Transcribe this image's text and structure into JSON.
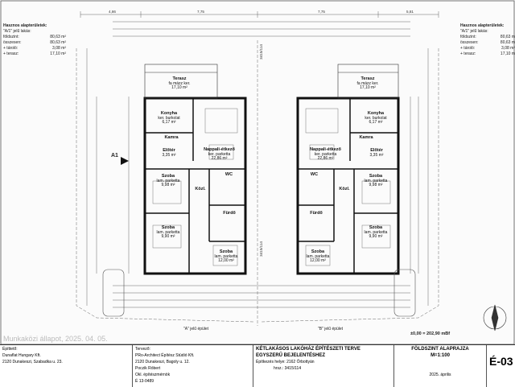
{
  "left_info": {
    "title": "Hasznos alapterületek:",
    "subtitle": "\"A/1\" jelű lakás:",
    "rows": [
      {
        "label": "földszint:",
        "value": "80,63 m²"
      },
      {
        "label": "összesen:",
        "value": "80,63 m²"
      },
      {
        "label": "+ tároló:",
        "value": "3,08 m²"
      },
      {
        "label": "+ terasz:",
        "value": "17,10 m²"
      }
    ]
  },
  "right_info": {
    "title": "Hasznos alapterületek:",
    "subtitle": "\"A/1\" jelű lakás:",
    "rows": [
      {
        "label": "földszint:",
        "value": "80,63 m"
      },
      {
        "label": "összesen:",
        "value": "80,63 m"
      },
      {
        "label": "+ tároló:",
        "value": "3,08 m²"
      },
      {
        "label": "+ terasz:",
        "value": "17,10 m"
      }
    ]
  },
  "top_dims": [
    "4,86",
    "7,75",
    "7,75",
    "5,81"
  ],
  "plot_label": "3415/114",
  "rooms_left": [
    {
      "name": "Terasz",
      "sub": "fa mázz ker.",
      "area": "17,10 m²"
    },
    {
      "name": "Konyha",
      "sub": "ker. burkolat",
      "area": "6,17 m²"
    },
    {
      "name": "Kamra",
      "sub": "",
      "area": ""
    },
    {
      "name": "Nappali-étkező",
      "sub": "ker. parketta",
      "area": "22,86 m²"
    },
    {
      "name": "Előtér",
      "sub": "",
      "area": "3,35 m²"
    },
    {
      "name": "Szoba",
      "sub": "lam. parketta",
      "area": "9,98 m²"
    },
    {
      "name": "WC",
      "sub": "",
      "area": ""
    },
    {
      "name": "Közl.",
      "sub": "",
      "area": ""
    },
    {
      "name": "Fürdő",
      "sub": "",
      "area": ""
    },
    {
      "name": "Szoba",
      "sub": "lam. parketta",
      "area": "9,90 m²"
    },
    {
      "name": "Szoba",
      "sub": "lam. parketta",
      "area": "12,00 m²"
    }
  ],
  "rooms_right": [
    {
      "name": "Terasz",
      "sub": "fa mázz ker.",
      "area": "17,10 m²"
    },
    {
      "name": "Konyha",
      "sub": "ker. burkolat",
      "area": "6,17 m²"
    },
    {
      "name": "Kamra",
      "sub": "",
      "area": ""
    },
    {
      "name": "Nappali-étkező",
      "sub": "ker. parketta",
      "area": "22,86 m²"
    },
    {
      "name": "Előtér",
      "sub": "",
      "area": "3,35 m²"
    },
    {
      "name": "Szoba",
      "sub": "lam. parketta",
      "area": "9,98 m²"
    },
    {
      "name": "WC",
      "sub": "",
      "area": ""
    },
    {
      "name": "Közl.",
      "sub": "",
      "area": ""
    },
    {
      "name": "Fürdő",
      "sub": "",
      "area": ""
    },
    {
      "name": "Szoba",
      "sub": "lam. parketta",
      "area": "9,90 m²"
    },
    {
      "name": "Szoba",
      "sub": "lam. parketta",
      "area": "12,00 m²"
    }
  ],
  "section_marker": "A1",
  "ground_level_note": "±0,00 = 202,90 mBf",
  "bottom_labels": {
    "a_building": "\"A\" jelű épület",
    "b_building": "\"B\" jelű épület"
  },
  "watermark": "Munkaközi állapot, 2025. 04. 05.",
  "title_block": {
    "owner_label": "Építtető:",
    "owner_name": "Dunaflat Hungary Kft.",
    "owner_address": "2120 Dunakeszi, Szabadka u. 23.",
    "designer_label": "Tervező:",
    "designer_name": "PRo-Architect Építész Stúdió Kft.",
    "designer_address": "2120 Dunakeszi, Bagoly u. 12.",
    "designer_person": "Poczik Róbert",
    "designer_role": "Okl. építészmérnök",
    "designer_id": "É 13-0489",
    "project_title_1": "KÉTLAKÁSOS LAKÓHÁZ ÉPÍTÉSZETI TERVE",
    "project_title_2": "EGYSZERŰ BEJELENTÉSHEZ",
    "site_label": "Építkezés helye: 2162 Őrbottyán",
    "site_plot": "hrsz.: 3415/114",
    "drawing_title": "FÖLDSZINT ALAPRAJZA",
    "scale": "M=1:100",
    "date": "2025. április",
    "sheet_no": "É-03"
  }
}
